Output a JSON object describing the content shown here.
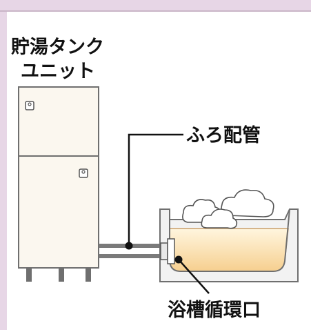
{
  "labels": {
    "tank_line1": "貯湯タンク",
    "tank_line2": "ユニット",
    "pipe": "ふろ配管",
    "outlet": "浴槽循環口"
  },
  "colors": {
    "border": "#c9b5c7",
    "background": "#ffffff",
    "tank_fill": "#fbf7ef",
    "stroke": "#6f6f6f",
    "pipe": "#7a7a7a",
    "water_top": "#fff6df",
    "water_bottom": "#f6cf8f",
    "tub_fill": "#f2f2f2"
  },
  "icons": [
    "steam-cloud"
  ]
}
